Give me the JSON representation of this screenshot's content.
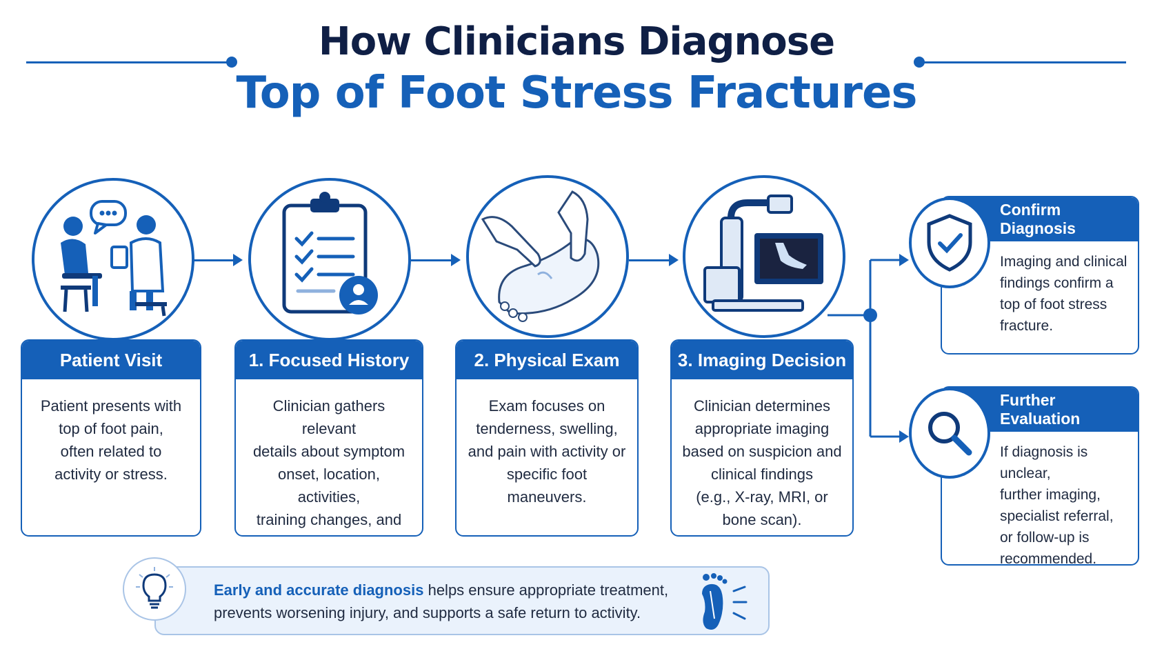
{
  "title": {
    "line1": "How Clinicians Diagnose",
    "line2": "Top of Foot Stress Fractures"
  },
  "steps": [
    {
      "title": "Patient Visit",
      "body": "Patient presents with\ntop of foot pain,\noften related to\nactivity or stress.",
      "icon": "clinician-patient-icon"
    },
    {
      "title": "1. Focused History",
      "body": "Clinician gathers relevant\ndetails about symptom\nonset, location, activities,\ntraining changes, and\nprior injuries.",
      "icon": "clipboard-checklist-icon"
    },
    {
      "title": "2. Physical Exam",
      "body": "Exam focuses on\ntenderness, swelling,\nand pain with activity or\nspecific foot maneuvers.",
      "icon": "foot-exam-icon"
    },
    {
      "title": "3. Imaging Decision",
      "body": "Clinician determines\nappropriate imaging\nbased on suspicion and\nclinical findings\n(e.g., X-ray, MRI, or\nbone scan).",
      "icon": "xray-machine-icon"
    }
  ],
  "outcomes": [
    {
      "title": "Confirm Diagnosis",
      "body": "Imaging and clinical\nfindings confirm a\ntop of foot stress\nfracture.",
      "icon": "shield-check-icon"
    },
    {
      "title": "Further Evaluation",
      "body": "If diagnosis is unclear,\nfurther imaging,\nspecialist referral,\nor follow-up is\nrecommended.",
      "icon": "magnifier-icon"
    }
  ],
  "banner": {
    "strong": "Early and accurate diagnosis",
    "rest": " helps ensure appropriate treatment,\nprevents worsening injury, and supports a safe return to activity.",
    "icons": [
      "lightbulb-icon",
      "foot-xray-icon"
    ]
  },
  "colors": {
    "primary": "#1560b8",
    "title_dark": "#0f1f45",
    "banner_bg": "#eaf2fc"
  }
}
